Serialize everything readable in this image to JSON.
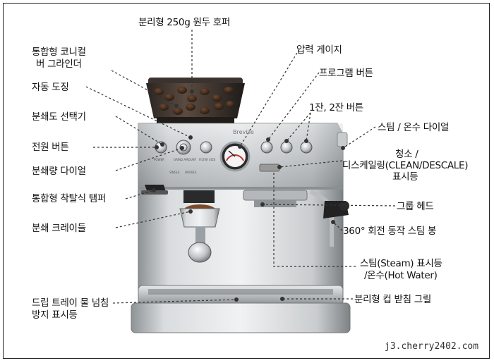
{
  "labels": {
    "hopper": "분리형 250g 원두 호퍼",
    "grinder_line1": "통합형 코니컬",
    "grinder_line2": "버 그라인더",
    "auto_dosing": "자동 도징",
    "grind_selector": "분쇄도 선택기",
    "power_button": "전원 버튼",
    "grind_amount_dial": "분쇄량 다이얼",
    "tamper": "통합형 착탈식 탬퍼",
    "grind_cradle": "분쇄 크레이들",
    "drip_tray_line1": "드립 트레이 물 넘침",
    "drip_tray_line2": "방지 표시등",
    "pressure_gauge": "압력 게이지",
    "program_button": "프로그램 버튼",
    "cup_buttons": "1잔, 2잔 버튼",
    "steam_dial": "스팀 / 온수 다이얼",
    "clean_line1": "청소 /",
    "clean_line2": "디스케일링(CLEAN/DESCALE)",
    "clean_line3": "표시등",
    "group_head": "그룹 헤드",
    "steam_wand": "360° 회전 동작 스팀 봉",
    "steam_indicator_line1": "스팀(Steam) 표시등",
    "steam_indicator_line2": "/온수(Hot Water)",
    "cup_grill": "분리형 컵 받침 그릴"
  },
  "machine": {
    "brand": "Breville",
    "knob_power": "POWER",
    "knob_grind": "GRIND AMOUNT",
    "knob_filter": "FILTER SIZE",
    "indicator_a": "SINGLE",
    "indicator_b": "DOUBLE"
  },
  "watermark": "j3.cherry2402.com"
}
